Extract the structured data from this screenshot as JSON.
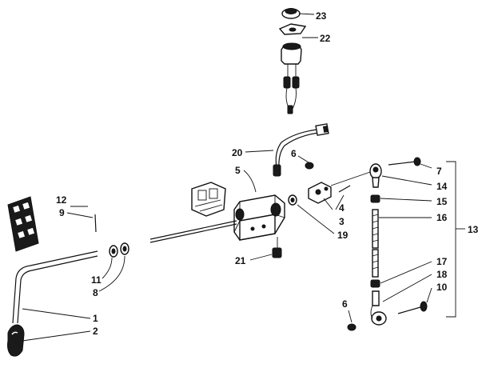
{
  "callouts": [
    {
      "id": "1",
      "label": "1"
    },
    {
      "id": "2",
      "label": "2"
    },
    {
      "id": "3",
      "label": "3"
    },
    {
      "id": "4",
      "label": "4"
    },
    {
      "id": "5",
      "label": "5"
    },
    {
      "id": "6a",
      "label": "6"
    },
    {
      "id": "6b",
      "label": "6"
    },
    {
      "id": "7",
      "label": "7"
    },
    {
      "id": "8",
      "label": "8"
    },
    {
      "id": "9",
      "label": "9"
    },
    {
      "id": "10",
      "label": "10"
    },
    {
      "id": "11",
      "label": "11"
    },
    {
      "id": "12",
      "label": "12"
    },
    {
      "id": "13",
      "label": "13"
    },
    {
      "id": "14",
      "label": "14"
    },
    {
      "id": "15",
      "label": "15"
    },
    {
      "id": "16",
      "label": "16"
    },
    {
      "id": "17",
      "label": "17"
    },
    {
      "id": "18",
      "label": "18"
    },
    {
      "id": "19",
      "label": "19"
    },
    {
      "id": "20",
      "label": "20"
    },
    {
      "id": "21",
      "label": "21"
    },
    {
      "id": "22",
      "label": "22"
    },
    {
      "id": "23",
      "label": "23"
    }
  ]
}
